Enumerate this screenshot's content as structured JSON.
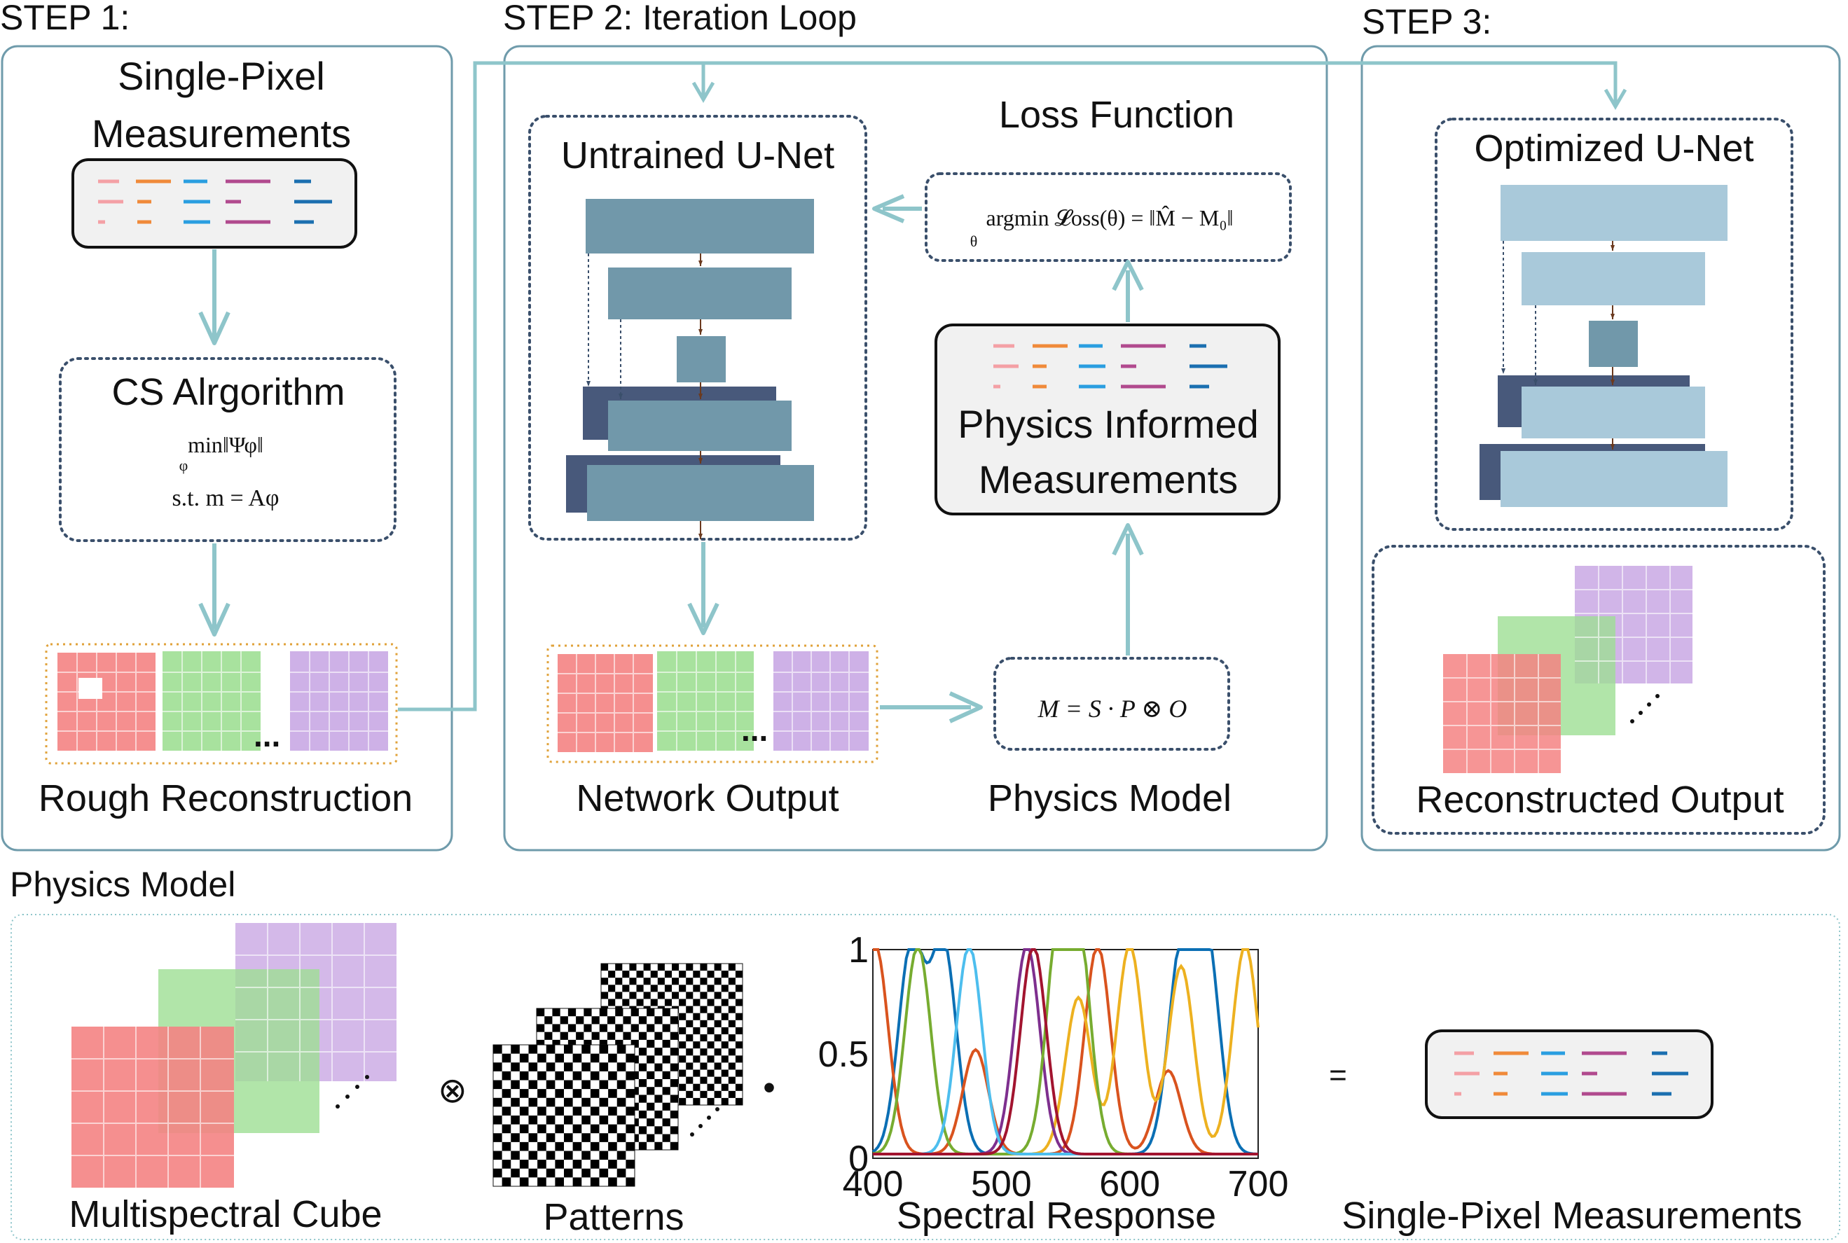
{
  "steps": {
    "step1": "STEP 1:",
    "step2": "STEP 2: Iteration Loop",
    "step3": "STEP 3:"
  },
  "step1": {
    "measurements_title_line1": "Single-Pixel",
    "measurements_title_line2": "Measurements",
    "cs_title": "CS Alrgorithm",
    "cs_eq_line1": "min‖Ψφ‖",
    "cs_eq_sub": "φ",
    "cs_eq_line2": "s.t.  m = Aφ",
    "rough_label": "Rough Reconstruction",
    "ellipsis": "..."
  },
  "step2": {
    "unet_title": "Untrained U-Net",
    "loss_title": "Loss Function",
    "loss_eq": "argmin 𝓛oss(θ) = ‖M̂ − M₀‖",
    "loss_eq_sub": "θ",
    "pim_line1": "Physics Informed",
    "pim_line2": "Measurements",
    "network_output_label": "Network Output",
    "physics_model_label": "Physics Model",
    "physics_eq": "M = S · P ⊗ O",
    "ellipsis": "..."
  },
  "step3": {
    "unet_title": "Optimized U-Net",
    "recon_label": "Reconstructed Output"
  },
  "physics_panel": {
    "title": "Physics Model",
    "cube_label": "Multispectral Cube",
    "patterns_label": "Patterns",
    "spectral_label": "Spectral Response",
    "sp_label": "Single-Pixel Measurements",
    "otimes": "⊗",
    "dot": "•",
    "equals": "="
  },
  "colors": {
    "teal_arrow": "#8ec5ca",
    "panel_border": "#6f9bab",
    "dotted_border": "#3a4f6b",
    "unet_block": "#7198aa",
    "unet_dark": "#48597b",
    "unet_light": "#a9c9da",
    "measure_box_fill": "#f1f1f1",
    "cube_red": "#f48383",
    "cube_green": "#9edf94",
    "cube_purple": "#c9a8e4",
    "orange_dotted": "#e0a23a"
  },
  "chart_data": {
    "type": "line",
    "title": "",
    "xlabel": "Spectral Response",
    "ylabel": "",
    "xlim": [
      400,
      700
    ],
    "ylim": [
      0,
      1
    ],
    "x_ticks": [
      "400",
      "500",
      "600",
      "700"
    ],
    "y_ticks": [
      "0",
      "0.5",
      "1"
    ],
    "series": [
      {
        "color": "#0b6fb4",
        "peaks": [
          [
            430,
            1.0
          ],
          [
            455,
            1.0
          ],
          [
            640,
            0.95
          ],
          [
            660,
            1.0
          ]
        ]
      },
      {
        "color": "#d9531e",
        "peaks": [
          [
            402,
            1.0
          ],
          [
            480,
            0.5
          ],
          [
            575,
            1.0
          ],
          [
            630,
            0.4
          ]
        ]
      },
      {
        "color": "#edb120",
        "peaks": [
          [
            560,
            0.75
          ],
          [
            600,
            1.0
          ],
          [
            640,
            0.9
          ],
          [
            690,
            1.0
          ]
        ]
      },
      {
        "color": "#7e2f8e",
        "peaks": [
          [
            520,
            1.0
          ]
        ]
      },
      {
        "color": "#77ac30",
        "peaks": [
          [
            435,
            1.0
          ],
          [
            545,
            1.0
          ],
          [
            560,
            0.95
          ]
        ]
      },
      {
        "color": "#4dbeee",
        "peaks": [
          [
            475,
            1.0
          ]
        ]
      },
      {
        "color": "#a2142f",
        "peaks": [
          [
            525,
            1.0
          ]
        ]
      }
    ]
  }
}
